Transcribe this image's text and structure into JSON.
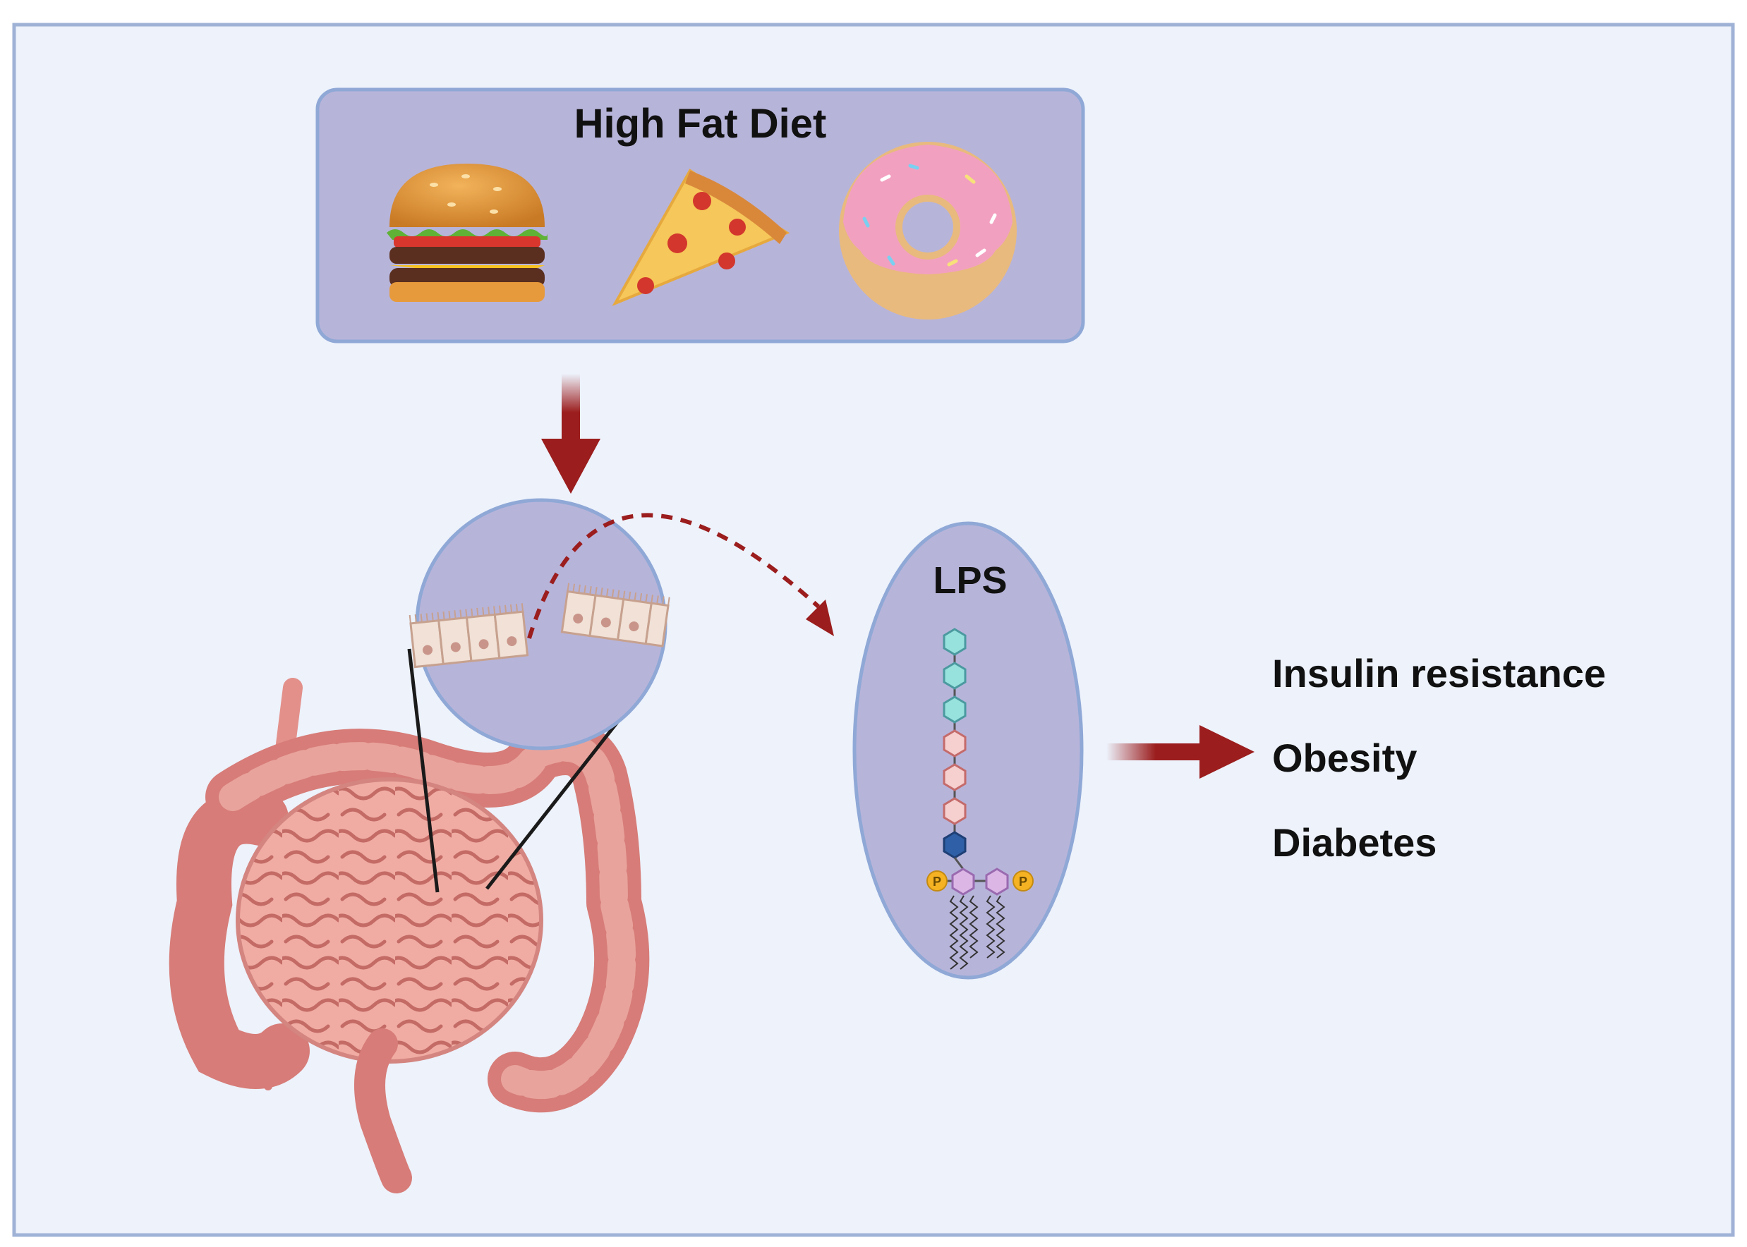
{
  "figure": {
    "diet_box": {
      "title": "High Fat Diet",
      "foods": [
        "burger-icon",
        "pizza-slice-icon",
        "donut-icon"
      ]
    },
    "lps": {
      "title": "LPS",
      "phosphate_label": "P"
    },
    "outcomes": [
      "Insulin resistance",
      "Obesity",
      "Diabetes"
    ],
    "colors": {
      "background": "#edf2fb",
      "frame": "#9fb2d6",
      "panel_fill": "#b7b4da",
      "panel_border": "#8fa8d6",
      "arrow": "#9b1d1d",
      "intestine": "#e59b93",
      "sugar_cyan": "#98e2de",
      "sugar_pink": "#f6cfcf",
      "sugar_blue": "#2f5fa6",
      "phosphate": "#f5b324"
    }
  }
}
